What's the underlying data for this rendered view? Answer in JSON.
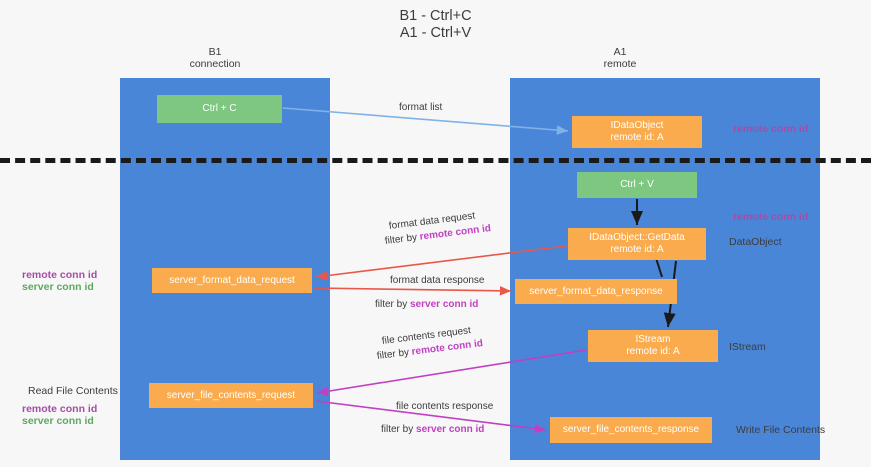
{
  "title": {
    "line1": "B1 - Ctrl+C",
    "line2": "A1 - Ctrl+V"
  },
  "columns": [
    {
      "name": "B1",
      "role": "connection"
    },
    {
      "name": "A1",
      "role": "remote"
    }
  ],
  "nodes": {
    "ctrl_c": {
      "label": "Ctrl + C",
      "color": "#7ec780"
    },
    "idataobject": {
      "label": "IDataObject",
      "sub": "remote id: A",
      "color": "#f9ab4d"
    },
    "ctrl_v": {
      "label": "Ctrl + V",
      "color": "#7ec780"
    },
    "getdata": {
      "label": "IDataObject::GetData",
      "sub": "remote id: A",
      "color": "#f9ab4d"
    },
    "server_format_data_request": {
      "label": "server_format_data_request",
      "color": "#f9ab4d"
    },
    "server_format_data_response": {
      "label": "server_format_data_response",
      "color": "#f9ab4d"
    },
    "istream": {
      "label": "IStream",
      "sub": "remote id: A",
      "color": "#f9ab4d"
    },
    "server_file_contents_request": {
      "label": "server_file_contents_request",
      "color": "#f9ab4d"
    },
    "server_file_contents_response": {
      "label": "server_file_contents_response",
      "color": "#f9ab4d"
    }
  },
  "edges": {
    "format_list": {
      "label": "format list"
    },
    "format_data_request": {
      "label": "format data request",
      "filter_prefix": "filter by ",
      "filter_key": "remote conn id"
    },
    "format_data_response": {
      "label": "format data response",
      "filter_prefix": "filter by ",
      "filter_key": "server conn id"
    },
    "file_contents_request": {
      "label": "file contents request",
      "filter_prefix": "filter by ",
      "filter_key": "remote conn id"
    },
    "file_contents_response": {
      "label": "file contents response",
      "filter_prefix": "filter by ",
      "filter_key": "server conn id"
    }
  },
  "annotations": {
    "right_remote_conn_id_top": "remote conn id",
    "right_remote_conn_id_mid": "remote conn id",
    "right_dataobject": "DataObject",
    "right_istream": "IStream",
    "right_write_file_contents": "Write File Contents",
    "left_remote_conn_id_mid": "remote conn id",
    "left_server_conn_id_mid": "server conn id",
    "left_read_file_contents": "Read File Contents",
    "left_remote_conn_id_bottom": "remote conn id",
    "left_server_conn_id_bottom": "server conn id"
  },
  "colors": {
    "lane": "#4a86d8",
    "green_node": "#7ec780",
    "orange_node": "#f9ab4d",
    "purple_text": "#a64ca6",
    "green_text": "#5fa85f",
    "arrow_blue": "#7fb3e8",
    "arrow_red": "#e8574a",
    "arrow_magenta": "#c23fc2",
    "arrow_black": "#1a1a1a",
    "background": "#f7f7f7"
  }
}
